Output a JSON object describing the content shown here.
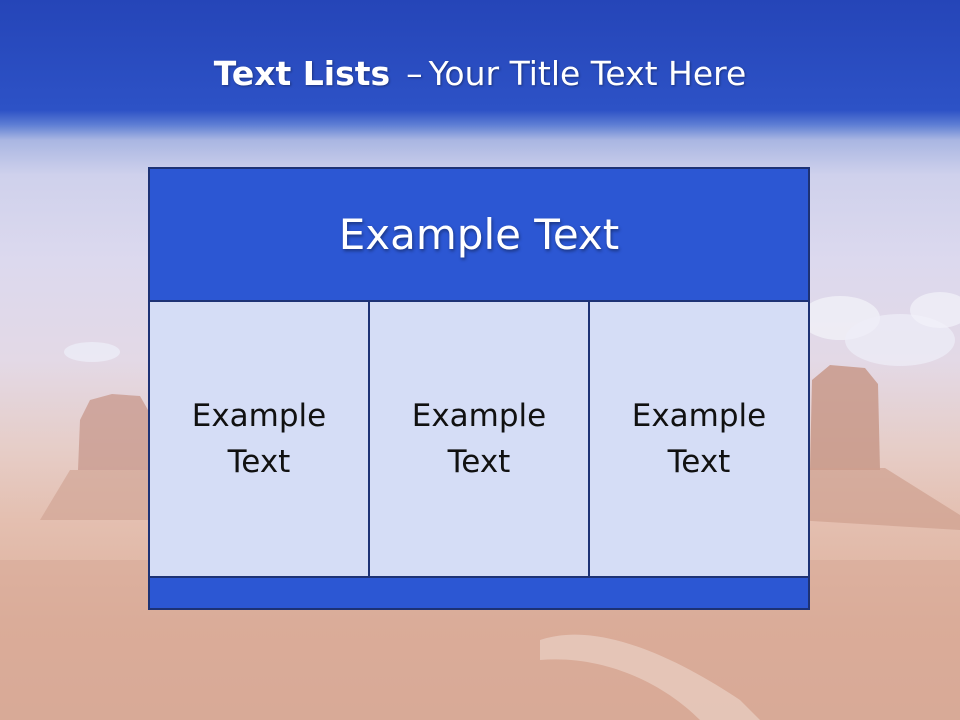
{
  "slide": {
    "title_bold": "Text Lists",
    "title_separator": "–",
    "title_rest": "Your Title Text Here"
  },
  "panel": {
    "header": "Example Text",
    "columns": [
      "Example Text",
      "Example Text",
      "Example Text"
    ]
  },
  "colors": {
    "header_blue": "#2c57d3",
    "cell_fill": "#d5ddf6",
    "border": "#1d3275",
    "title_band": "#2545b8"
  }
}
